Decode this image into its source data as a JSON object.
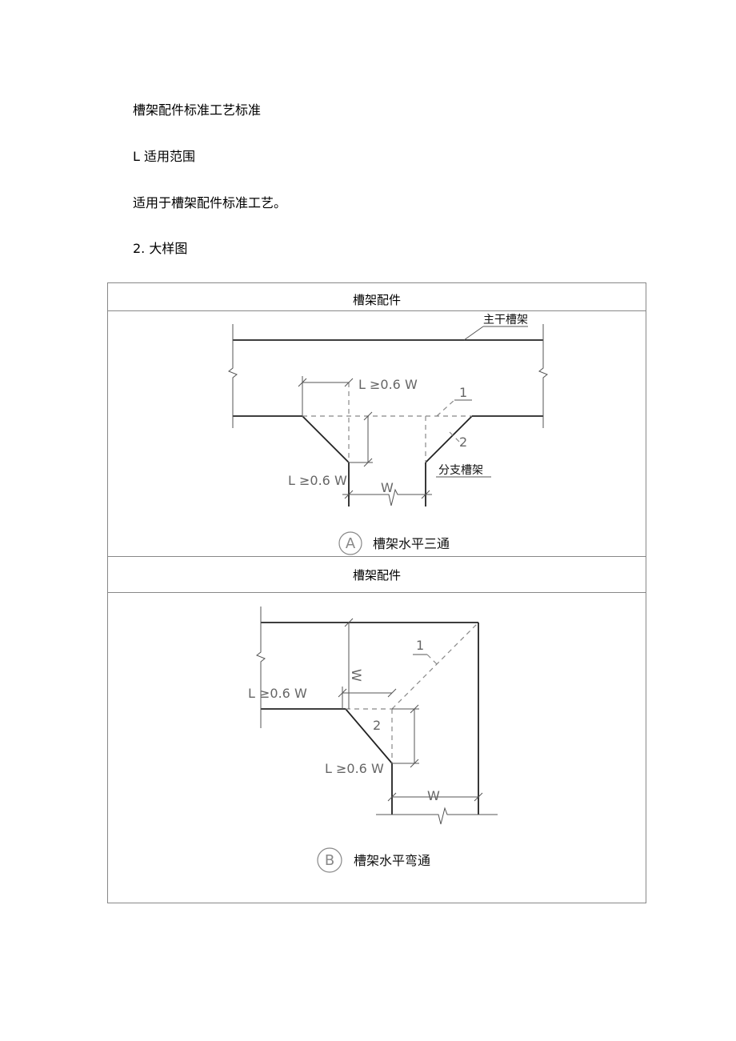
{
  "document": {
    "title": "槽架配件标准工艺标准",
    "section1_heading": "L 适用范围",
    "section1_text": "适用于槽架配件标准工艺。",
    "section2_heading": "2. 大样图"
  },
  "figure_a": {
    "header": "槽架配件",
    "main_tray_label": "主干槽架",
    "branch_tray_label": "分支槽架",
    "dim_top": "L ≥0.6 W",
    "dim_left": "L ≥0.6 W",
    "width_label": "W",
    "marker_1": "1",
    "marker_2": "2",
    "circle_letter": "A",
    "caption": "槽架水平三通"
  },
  "figure_b": {
    "header": "槽架配件",
    "dim_upper": "L ≥0.6 W",
    "dim_lower": "L ≥0.6 W",
    "width_bottom": "W",
    "width_side": "W",
    "marker_1": "1",
    "marker_2": "2",
    "circle_letter": "B",
    "caption": "槽架水平弯通"
  }
}
